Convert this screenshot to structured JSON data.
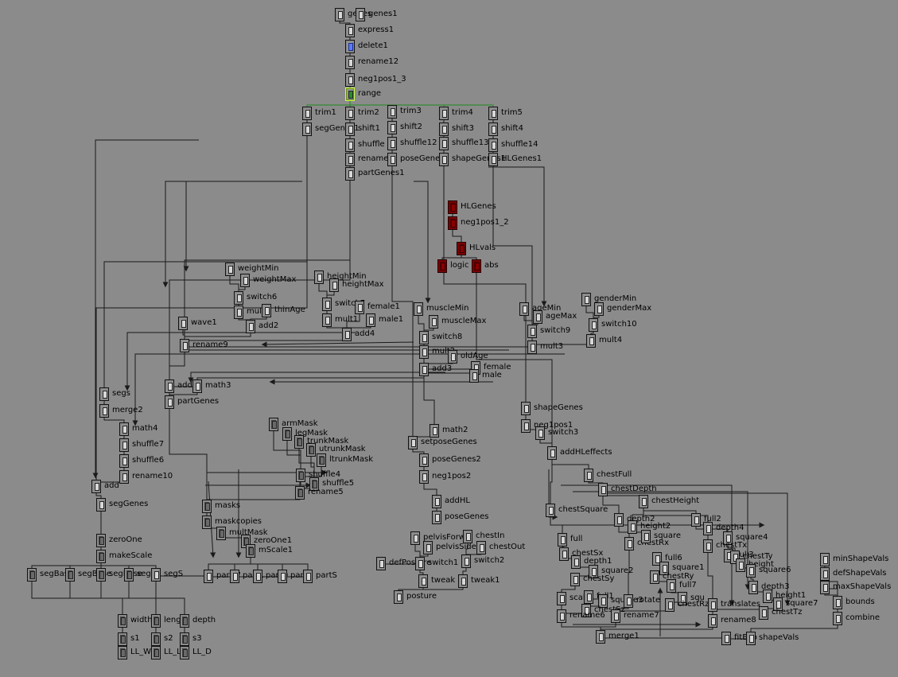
{
  "colors": {
    "background": "#8b8b8b",
    "edge": "#1a1a1a",
    "selected_edge": "#1f8a1f",
    "selected_node": "#c6ff50",
    "red_node": "#7a0000",
    "blue_port": "#5b7cff"
  },
  "nodes": [
    {
      "id": "genes",
      "label": "genes"
    },
    {
      "id": "genes1",
      "label": "genes1"
    },
    {
      "id": "express1",
      "label": "express1"
    },
    {
      "id": "delete1",
      "label": "delete1",
      "style": "blue"
    },
    {
      "id": "rename12",
      "label": "rename12"
    },
    {
      "id": "neg1pos1_3",
      "label": "neg1pos1_3"
    },
    {
      "id": "range",
      "label": "range",
      "style": "green"
    },
    {
      "id": "trim1",
      "label": "trim1"
    },
    {
      "id": "segGenes1",
      "label": "segGenes1"
    },
    {
      "id": "trim2",
      "label": "trim2"
    },
    {
      "id": "shift1",
      "label": "shift1"
    },
    {
      "id": "shuffle",
      "label": "shuffle"
    },
    {
      "id": "rename",
      "label": "rename"
    },
    {
      "id": "partGenes1",
      "label": "partGenes1"
    },
    {
      "id": "trim3",
      "label": "trim3"
    },
    {
      "id": "shift2",
      "label": "shift2"
    },
    {
      "id": "shuffle12",
      "label": "shuffle12"
    },
    {
      "id": "poseGenes1",
      "label": "poseGenes1"
    },
    {
      "id": "trim4",
      "label": "trim4"
    },
    {
      "id": "shift3",
      "label": "shift3"
    },
    {
      "id": "shuffle13",
      "label": "shuffle13"
    },
    {
      "id": "shapeGenes1",
      "label": "shapeGenes1"
    },
    {
      "id": "trim5",
      "label": "trim5"
    },
    {
      "id": "shift4",
      "label": "shift4"
    },
    {
      "id": "shuffle14",
      "label": "shuffle14"
    },
    {
      "id": "HLGenes1",
      "label": "HLGenes1"
    },
    {
      "id": "HLGenes",
      "label": "HLGenes",
      "style": "red"
    },
    {
      "id": "neg1pos1_2",
      "label": "neg1pos1_2",
      "style": "red"
    },
    {
      "id": "HLvals",
      "label": "HLvals",
      "style": "red"
    },
    {
      "id": "logic",
      "label": "logic",
      "style": "red"
    },
    {
      "id": "abs",
      "label": "abs",
      "style": "red"
    },
    {
      "id": "weightMin",
      "label": "weightMin"
    },
    {
      "id": "weightMax",
      "label": "weightMax"
    },
    {
      "id": "switch6",
      "label": "switch6"
    },
    {
      "id": "mult_w",
      "label": "mult"
    },
    {
      "id": "thinAge",
      "label": "thinAge"
    },
    {
      "id": "add2",
      "label": "add2"
    },
    {
      "id": "heightMin",
      "label": "heightMin"
    },
    {
      "id": "heightMax",
      "label": "heightMax"
    },
    {
      "id": "switch7",
      "label": "switch7"
    },
    {
      "id": "female1",
      "label": "female1"
    },
    {
      "id": "mult1",
      "label": "mult1"
    },
    {
      "id": "male1",
      "label": "male1"
    },
    {
      "id": "add4",
      "label": "add4"
    },
    {
      "id": "muscleMin",
      "label": "muscleMin"
    },
    {
      "id": "muscleMax",
      "label": "muscleMax"
    },
    {
      "id": "switch8",
      "label": "switch8"
    },
    {
      "id": "mult2",
      "label": "mult2"
    },
    {
      "id": "oldAge",
      "label": "oldAge"
    },
    {
      "id": "female",
      "label": "female"
    },
    {
      "id": "add3",
      "label": "add3"
    },
    {
      "id": "male",
      "label": "male"
    },
    {
      "id": "ageMin",
      "label": "ageMin"
    },
    {
      "id": "ageMax",
      "label": "ageMax"
    },
    {
      "id": "switch9",
      "label": "switch9"
    },
    {
      "id": "mult3",
      "label": "mult3"
    },
    {
      "id": "genderMin",
      "label": "genderMin"
    },
    {
      "id": "genderMax",
      "label": "genderMax"
    },
    {
      "id": "switch10",
      "label": "switch10"
    },
    {
      "id": "mult4",
      "label": "mult4"
    },
    {
      "id": "wave1",
      "label": "wave1"
    },
    {
      "id": "rename9",
      "label": "rename9"
    },
    {
      "id": "add1",
      "label": "add1"
    },
    {
      "id": "math3",
      "label": "math3"
    },
    {
      "id": "partGenes",
      "label": "partGenes"
    },
    {
      "id": "segs",
      "label": "segs"
    },
    {
      "id": "merge2",
      "label": "merge2"
    },
    {
      "id": "math4",
      "label": "math4"
    },
    {
      "id": "shuffle7",
      "label": "shuffle7"
    },
    {
      "id": "shuffle6",
      "label": "shuffle6"
    },
    {
      "id": "rename10",
      "label": "rename10"
    },
    {
      "id": "add",
      "label": "add"
    },
    {
      "id": "segGenes",
      "label": "segGenes"
    },
    {
      "id": "armMask",
      "label": "armMask",
      "style": "dark"
    },
    {
      "id": "legMask",
      "label": "legMask",
      "style": "dark"
    },
    {
      "id": "trunkMask",
      "label": "trunkMask",
      "style": "dark"
    },
    {
      "id": "utrunkMask",
      "label": "utrunkMask",
      "style": "dark"
    },
    {
      "id": "ltrunkMask",
      "label": "ltrunkMask",
      "style": "dark"
    },
    {
      "id": "shuffle4",
      "label": "shuffle4",
      "style": "dark"
    },
    {
      "id": "shuffle5",
      "label": "shuffle5",
      "style": "dark"
    },
    {
      "id": "rename5",
      "label": "rename5",
      "style": "dark"
    },
    {
      "id": "masks",
      "label": "masks",
      "style": "dark"
    },
    {
      "id": "maskcopies",
      "label": "maskcopies",
      "style": "dark"
    },
    {
      "id": "multMask",
      "label": "multMask",
      "style": "dark"
    },
    {
      "id": "zeroOne1",
      "label": "zeroOne1",
      "style": "dark"
    },
    {
      "id": "mScale1",
      "label": "mScale1",
      "style": "dark"
    },
    {
      "id": "math2",
      "label": "math2"
    },
    {
      "id": "setposeGenes",
      "label": "setposeGenes"
    },
    {
      "id": "poseGenes2",
      "label": "poseGenes2"
    },
    {
      "id": "neg1pos2",
      "label": "neg1pos2"
    },
    {
      "id": "addHL",
      "label": "addHL"
    },
    {
      "id": "poseGenes",
      "label": "poseGenes"
    },
    {
      "id": "shapeGenes",
      "label": "shapeGenes"
    },
    {
      "id": "neg1pos1",
      "label": "neg1pos1"
    },
    {
      "id": "switch3",
      "label": "switch3"
    },
    {
      "id": "addHLeffects",
      "label": "addHLeffects"
    },
    {
      "id": "chestFull",
      "label": "chestFull"
    },
    {
      "id": "chestDepth",
      "label": "chestDepth"
    },
    {
      "id": "chestHeight",
      "label": "chestHeight"
    },
    {
      "id": "chestSquare",
      "label": "chestSquare"
    },
    {
      "id": "depth2",
      "label": "depth2"
    },
    {
      "id": "height2",
      "label": "height2"
    },
    {
      "id": "chestRx",
      "label": "chestRx"
    },
    {
      "id": "square",
      "label": "square"
    },
    {
      "id": "full2",
      "label": "full2"
    },
    {
      "id": "depth4",
      "label": "depth4"
    },
    {
      "id": "square4",
      "label": "square4"
    },
    {
      "id": "chestTx",
      "label": "chestTx"
    },
    {
      "id": "full3",
      "label": "full3"
    },
    {
      "id": "chestTy",
      "label": "chestTy"
    },
    {
      "id": "height",
      "label": "height"
    },
    {
      "id": "square6",
      "label": "square6"
    },
    {
      "id": "full",
      "label": "full"
    },
    {
      "id": "chestSx",
      "label": "chestSx"
    },
    {
      "id": "depth1",
      "label": "depth1"
    },
    {
      "id": "square2",
      "label": "square2"
    },
    {
      "id": "chestSy",
      "label": "chestSy"
    },
    {
      "id": "full6",
      "label": "full6"
    },
    {
      "id": "square1",
      "label": "square1"
    },
    {
      "id": "chestRy",
      "label": "chestRy"
    },
    {
      "id": "full7",
      "label": "full7"
    },
    {
      "id": "scale",
      "label": "scale"
    },
    {
      "id": "full1",
      "label": "full1"
    },
    {
      "id": "square3",
      "label": "square3"
    },
    {
      "id": "chestSz",
      "label": "chestSz"
    },
    {
      "id": "rotate",
      "label": "rotate"
    },
    {
      "id": "squ",
      "label": "squ"
    },
    {
      "id": "chestRz",
      "label": "chestRz"
    },
    {
      "id": "depth3",
      "label": "depth3"
    },
    {
      "id": "height1",
      "label": "height1"
    },
    {
      "id": "square7",
      "label": "square7"
    },
    {
      "id": "chestTz",
      "label": "chestTz"
    },
    {
      "id": "rename6",
      "label": "rename6"
    },
    {
      "id": "rename7",
      "label": "rename7"
    },
    {
      "id": "translates",
      "label": "translates"
    },
    {
      "id": "rename8",
      "label": "rename8"
    },
    {
      "id": "merge1",
      "label": "merge1"
    },
    {
      "id": "fitExp",
      "label": "fitExp"
    },
    {
      "id": "shapeVals",
      "label": "shapeVals"
    },
    {
      "id": "minShapeVals",
      "label": "minShapeVals"
    },
    {
      "id": "defShapeVals",
      "label": "defShapeVals"
    },
    {
      "id": "maxShapeVals",
      "label": "maxShapeVals"
    },
    {
      "id": "bounds",
      "label": "bounds"
    },
    {
      "id": "combine",
      "label": "combine"
    },
    {
      "id": "pelvisForw",
      "label": "pelvisForw"
    },
    {
      "id": "pelvisSide",
      "label": "pelvisSide"
    },
    {
      "id": "chestIn",
      "label": "chestIn"
    },
    {
      "id": "chestOut",
      "label": "chestOut"
    },
    {
      "id": "defPosture",
      "label": "defPosture"
    },
    {
      "id": "switch1",
      "label": "switch1"
    },
    {
      "id": "switch2",
      "label": "switch2"
    },
    {
      "id": "tweak",
      "label": "tweak"
    },
    {
      "id": "tweak1",
      "label": "tweak1"
    },
    {
      "id": "posture",
      "label": "posture"
    },
    {
      "id": "zeroOne",
      "label": "zeroOne",
      "style": "dark"
    },
    {
      "id": "makeScale",
      "label": "makeScale",
      "style": "dark"
    },
    {
      "id": "segBase",
      "label": "segBase",
      "style": "dark"
    },
    {
      "id": "segBase2",
      "label": "segBase",
      "style": "dark"
    },
    {
      "id": "segBase3",
      "label": "segBase",
      "style": "dark"
    },
    {
      "id": "segBaseS",
      "label": "segB",
      "style": "dark"
    },
    {
      "id": "segS",
      "label": "segS"
    },
    {
      "id": "partW",
      "label": "partW"
    },
    {
      "id": "partL",
      "label": "partL"
    },
    {
      "id": "partD",
      "label": "partD"
    },
    {
      "id": "partT",
      "label": "partT"
    },
    {
      "id": "partS",
      "label": "partS"
    },
    {
      "id": "width",
      "label": "width",
      "style": "dark"
    },
    {
      "id": "length",
      "label": "length",
      "style": "dark"
    },
    {
      "id": "depth",
      "label": "depth",
      "style": "dark"
    },
    {
      "id": "s1",
      "label": "s1",
      "style": "dark"
    },
    {
      "id": "s2",
      "label": "s2",
      "style": "dark"
    },
    {
      "id": "s3",
      "label": "s3",
      "style": "dark"
    },
    {
      "id": "LL_W",
      "label": "LL_W",
      "style": "dark"
    },
    {
      "id": "LL_L",
      "label": "LL_L",
      "style": "dark"
    },
    {
      "id": "LL_D",
      "label": "LL_D",
      "style": "dark"
    }
  ]
}
